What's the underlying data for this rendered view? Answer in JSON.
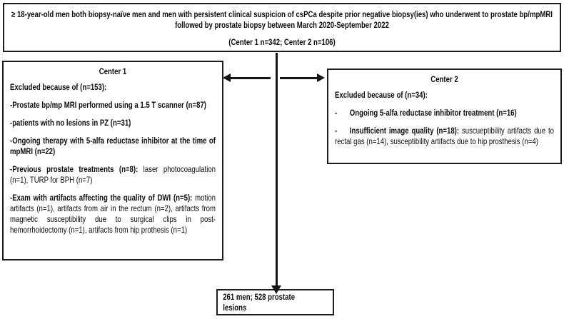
{
  "colors": {
    "background": "#ffffff",
    "line": "#161616",
    "text": "#0d0d0d"
  },
  "eligibility": {
    "text": "≥ 18-year-old men both biopsy-naïve men and men with persistent clinical suspicion of csPCa despite prior negative biopsy(ies) who underwent to prostate bp/mpMRI followed by prostate biopsy between March 2020-September 2022",
    "cohorts": "(Center 1 n=342; Center 2 n=106)"
  },
  "center1": {
    "title": "Center 1",
    "heading": "Excluded because of (n=153):",
    "items": [
      {
        "bold": "-Prostate bp/mp MRI performed using a 1.5 T scanner (n=87)",
        "rest": ""
      },
      {
        "bold": "-patients with no lesions in PZ (n=31)",
        "rest": ""
      },
      {
        "bold": "-Ongoing therapy with 5-alfa reductase inhibitor at the time of mpMRI (n=22)",
        "rest": ""
      },
      {
        "bold": "-Previous prostate treatments (n=8):",
        "rest": " laser photocoagulation (n=1), TURP for BPH (n=7)"
      },
      {
        "bold": "-Exam with artifacts affecting the quality of DWI (n=5):",
        "rest": " motion artifacts (n=1), artifacts from air in the rectum (n=2), artifacts from magnetic susceptibility due to surgical clips in post-hemorrhoidectomy (n=1), artifacts from hip prothesis (n=1)"
      }
    ]
  },
  "center2": {
    "title": "Center 2",
    "heading": "Excluded because of (n=34):",
    "items": [
      {
        "bullet": "-",
        "bold": "Ongoing 5-alfa reductase inhibitor treatment (n=16)",
        "rest": ""
      },
      {
        "bullet": "-",
        "bold": "Insufficient image quality (n=18):",
        "rest": " suscueptibility artifacts due to rectal gas (n=14), susceptibility artifacts due to hip prosthesis (n=4)"
      }
    ]
  },
  "result": {
    "label": "261 men; 528 prostate lesions"
  }
}
